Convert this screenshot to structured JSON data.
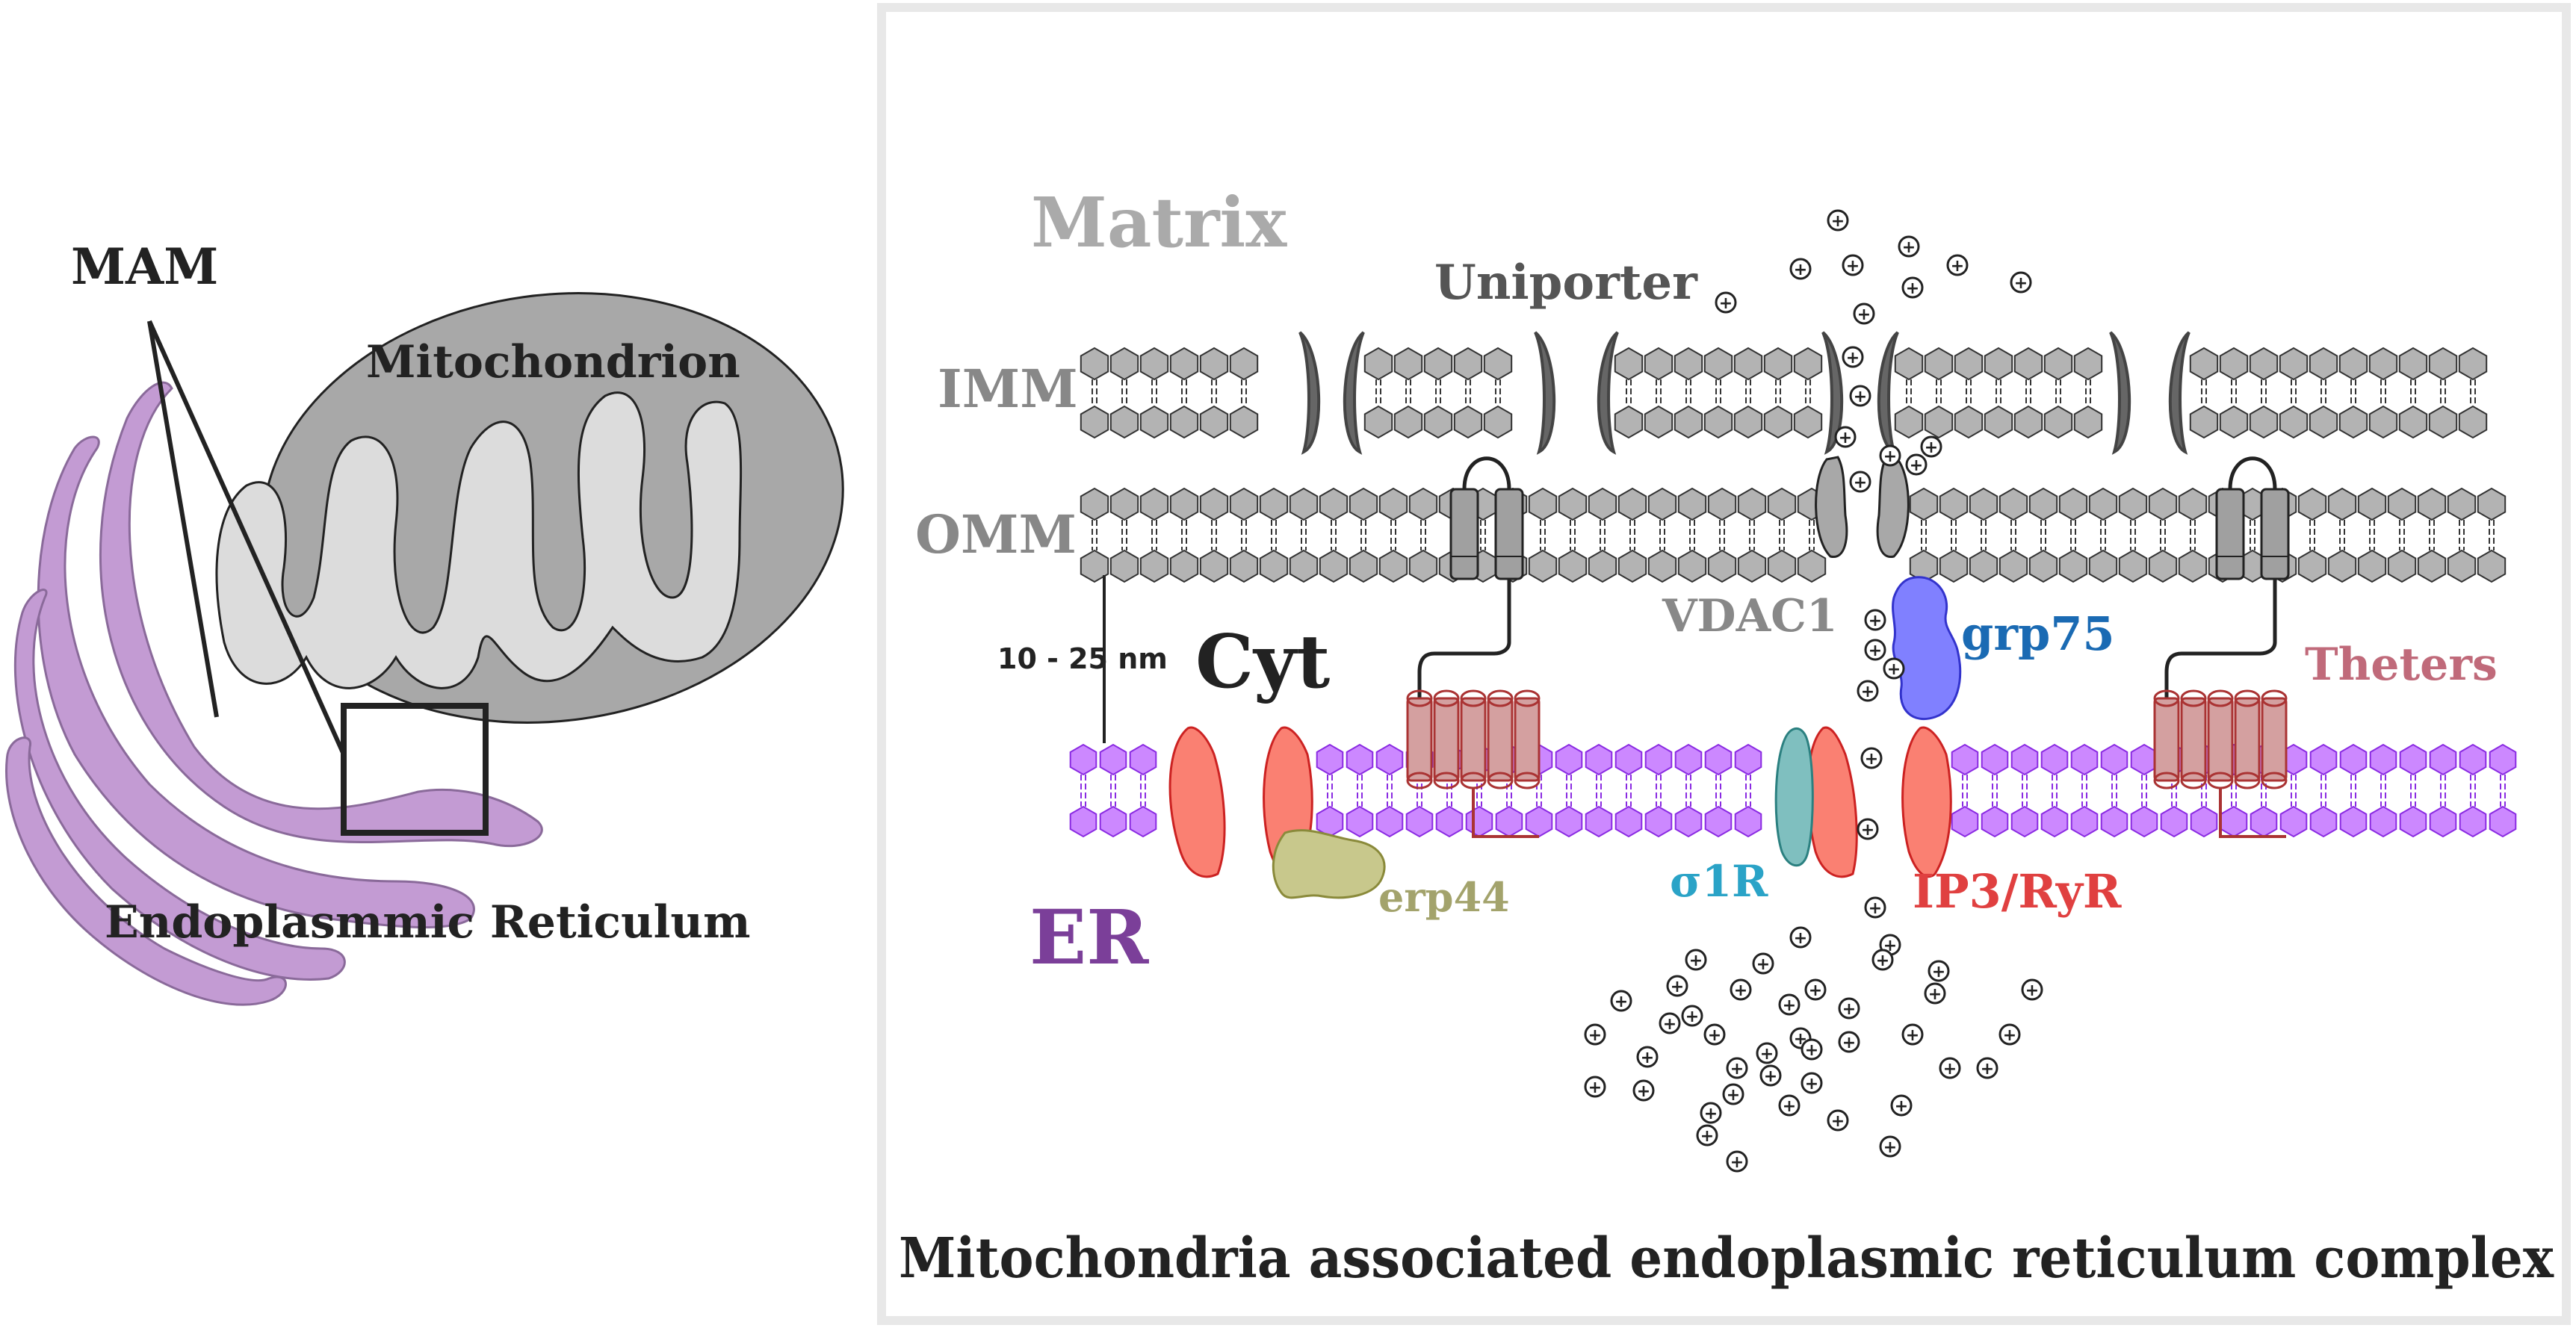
{
  "overview": {
    "mam": "MAM",
    "mitochondrion": "Mitochondrion",
    "er": "Endoplasmmic Reticulum"
  },
  "detail": {
    "matrix": "Matrix",
    "uniporter": "Uniporter",
    "imm": "IMM",
    "omm": "OMM",
    "distance": "10 - 25 nm",
    "cyt": "Cyt",
    "vdac1": "VDAC1",
    "grp75": "grp75",
    "theters": "Theters",
    "erp44": "erp44",
    "sigma1r": "σ1R",
    "ip3ryr": "IP3/RyR",
    "er": "ER",
    "caption": "Mitochondria associated endoplasmic reticulum complex"
  },
  "ions": {
    "symbol": "+"
  },
  "colors": {
    "mito_fill": "#a8a8a8",
    "cristae_fill": "#dcdcdc",
    "er_fill": "#c39bd3",
    "er_lipid": "#cc88ff",
    "er_lipid_stroke": "#8a2be2",
    "grey_lipid": "#b3b3b3",
    "channel_red": "#fa8072",
    "tether_red": "#d4a0a0",
    "grp75_blue": "#8080ff",
    "sigma_teal": "#7fbfbf",
    "erp44_olive": "#c8c88c",
    "matrix_text": "#aaaaaa",
    "er_text": "#7b3f99"
  }
}
